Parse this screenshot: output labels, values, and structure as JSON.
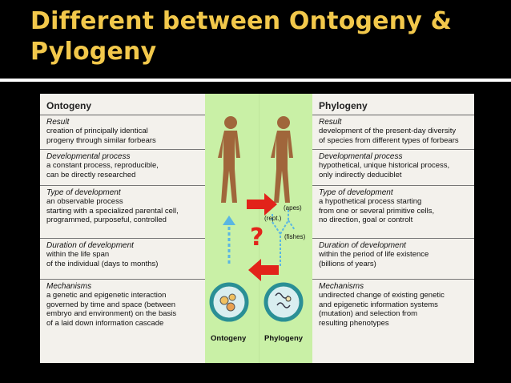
{
  "slide": {
    "title": "Different between Ontogeny & Pylogeny"
  },
  "figure": {
    "left": {
      "heading": "Ontogeny",
      "sections": [
        {
          "title": "Result",
          "body": "creation of principally identical\nprogeny through similar forbears"
        },
        {
          "title": "Developmental process",
          "body": "a constant process, reproducible,\ncan be directly researched"
        },
        {
          "title": "Type of development",
          "body": "an observable process\nstarting with a specialized parental cell,\nprogrammed, purposeful, controlled"
        },
        {
          "title": "Duration of development",
          "body": "within the life span\nof the individual (days to months)"
        },
        {
          "title": "Mechanisms",
          "body": "a genetic and epigenetic interaction\ngoverned by time and space (between\nembryo and environment) on the basis\nof a laid down information cascade"
        }
      ]
    },
    "right": {
      "heading": "Phylogeny",
      "sections": [
        {
          "title": "Result",
          "body": "development of the present-day diversity\nof species from different types of forbears"
        },
        {
          "title": "Developmental process",
          "body": "hypothetical, unique historical process,\nonly indirectly deduciblet"
        },
        {
          "title": "Type of development",
          "body": "a hypothetical process starting\nfrom one or several primitive cells,\nno direction, goal or controlt"
        },
        {
          "title": "Duration of development",
          "body": "within the period of life existence\n(billions of years)"
        },
        {
          "title": "Mechanisms",
          "body": "undirected change of existing genetic\nand epigenetic information systems\n(mutation) and selection from\nresulting phenotypes"
        }
      ]
    },
    "center": {
      "ontogeny_label": "Ontogeny",
      "phylogeny_label": "Phylogeny",
      "apes_label": "(apes)",
      "rept_label": "(rept.)",
      "fishes_label": "(fishes)",
      "question_mark": "?",
      "colors": {
        "panel": "#c9f0a6",
        "human": "#a0663b",
        "arrow_red": "#e2231a",
        "arrow_blue": "#5ab6e2",
        "cell_teal": "#2a8f95"
      }
    }
  }
}
